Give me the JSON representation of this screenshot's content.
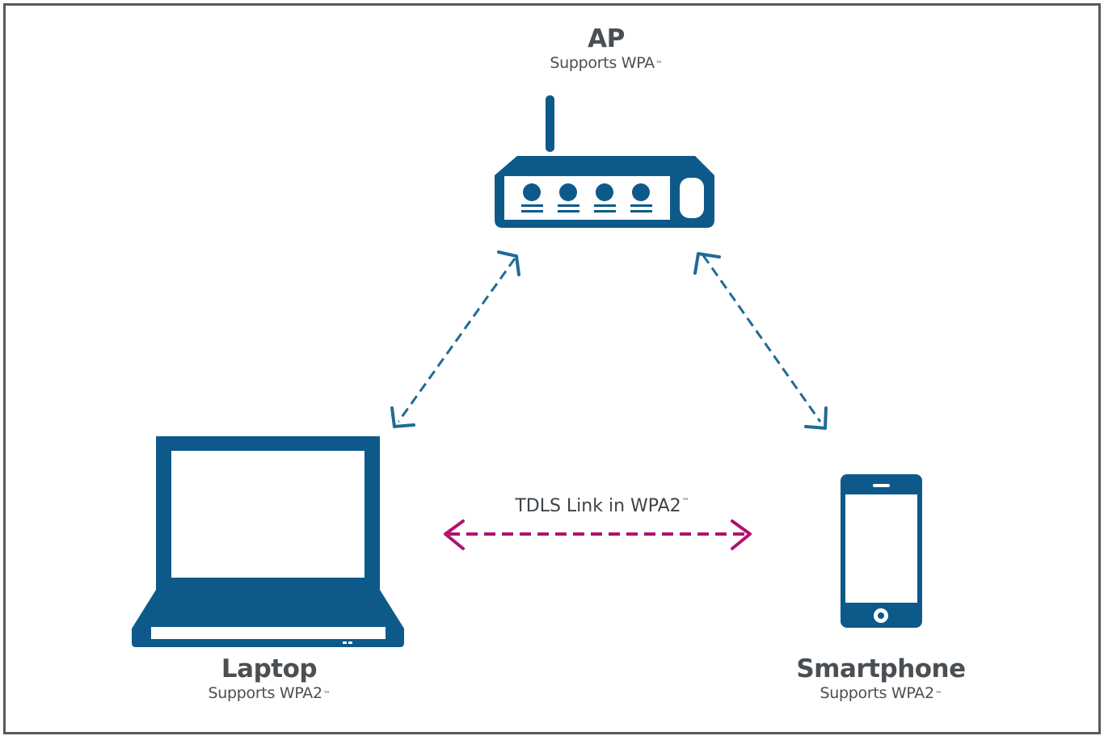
{
  "colors": {
    "device": "#0d5a8a",
    "ap_link": "#1f6b96",
    "tdls_link": "#b0126e",
    "text": "#4a4f54",
    "frame": "#555a5e"
  },
  "nodes": {
    "ap": {
      "title": "AP",
      "subtitle": "Supports WPA",
      "tm": "™",
      "icon": "router-icon"
    },
    "laptop": {
      "title": "Laptop",
      "subtitle": "Supports WPA2",
      "tm": "™",
      "icon": "laptop-icon"
    },
    "smartphone": {
      "title": "Smartphone",
      "subtitle": "Supports WPA2",
      "tm": "™",
      "icon": "smartphone-icon"
    }
  },
  "links": {
    "tdls": {
      "label": "TDLS Link in WPA2",
      "tm": "™"
    }
  }
}
